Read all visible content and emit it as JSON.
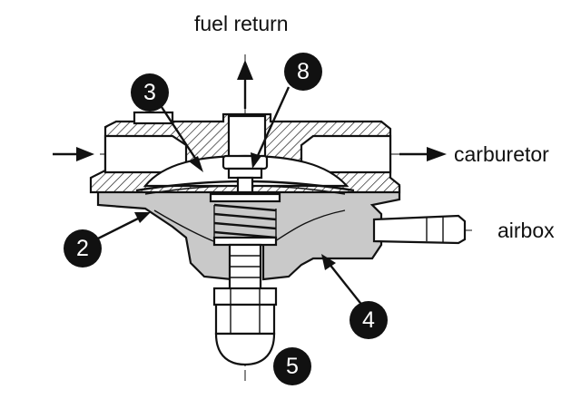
{
  "labels": {
    "fuel_return": "fuel return",
    "carburetor": "carburetor",
    "airbox": "airbox"
  },
  "callouts": {
    "c2": "2",
    "c3": "3",
    "c4": "4",
    "c5": "5",
    "c8": "8"
  },
  "colors": {
    "line": "#111111",
    "body_fill": "#c9c9c9",
    "callout_fill": "#111111"
  }
}
